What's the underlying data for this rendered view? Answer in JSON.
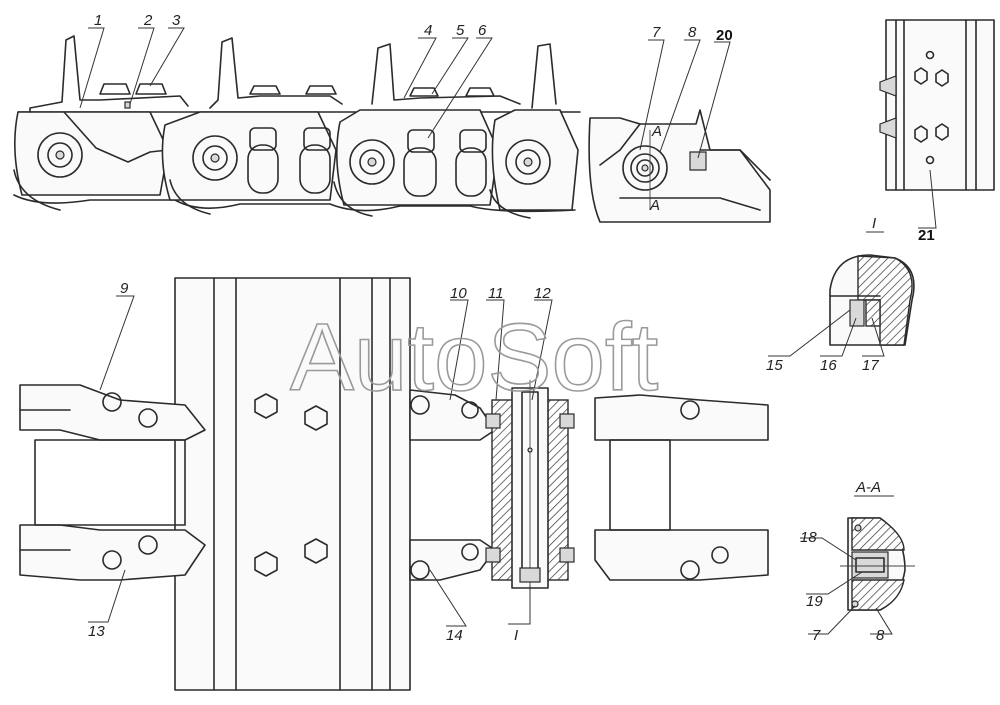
{
  "watermark": "AutoSoft",
  "callouts": {
    "c1": "1",
    "c2": "2",
    "c3": "3",
    "c4": "4",
    "c5": "5",
    "c6": "6",
    "c7": "7",
    "c8": "8",
    "c9": "9",
    "c10": "10",
    "c11": "11",
    "c12": "12",
    "c13": "13",
    "c14": "14",
    "c15": "15",
    "c16": "16",
    "c17": "17",
    "c18": "18",
    "c19": "19",
    "c7b": "7",
    "c8b": "8",
    "c20": "20",
    "c21": "21"
  },
  "section_marks": {
    "detail_label": "I",
    "detail_label_bottom": "I",
    "section_title": "A-A",
    "cut_top": "A",
    "cut_bottom": "A"
  }
}
